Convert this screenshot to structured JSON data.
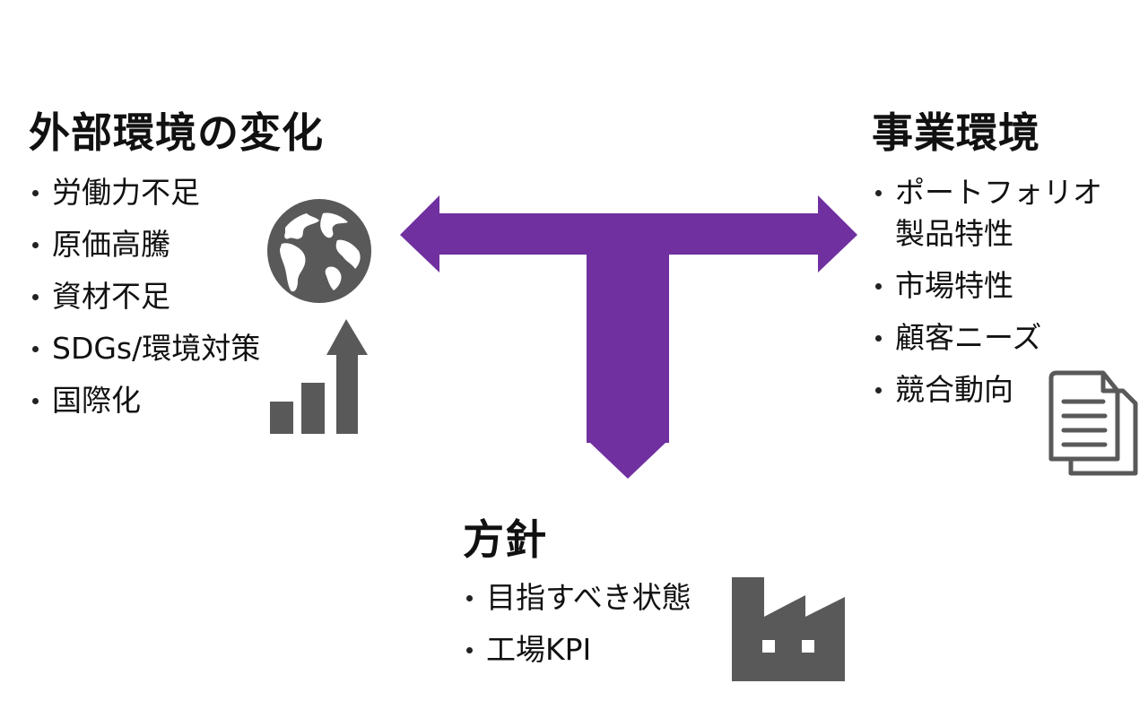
{
  "external": {
    "title": "外部環境の変化",
    "items": [
      "労働力不足",
      "原価高騰",
      "資材不足",
      "SDGs/環境対策",
      "国際化"
    ]
  },
  "business": {
    "title": "事業環境",
    "items": [
      "ポートフォリオ",
      "製品特性",
      "市場特性",
      "顧客ニーズ",
      "競合動向"
    ]
  },
  "policy": {
    "title": "方針",
    "items": [
      "目指すべき状態",
      "工場KPI"
    ]
  },
  "icons": {
    "external": [
      "globe-icon",
      "bar-chart-up-icon"
    ],
    "business": [
      "document-icon"
    ],
    "policy": [
      "factory-icon"
    ],
    "connector": "t-arrow-icon"
  },
  "colors": {
    "arrow": "#7030A0",
    "icon": "#595959",
    "text": "#111111"
  }
}
